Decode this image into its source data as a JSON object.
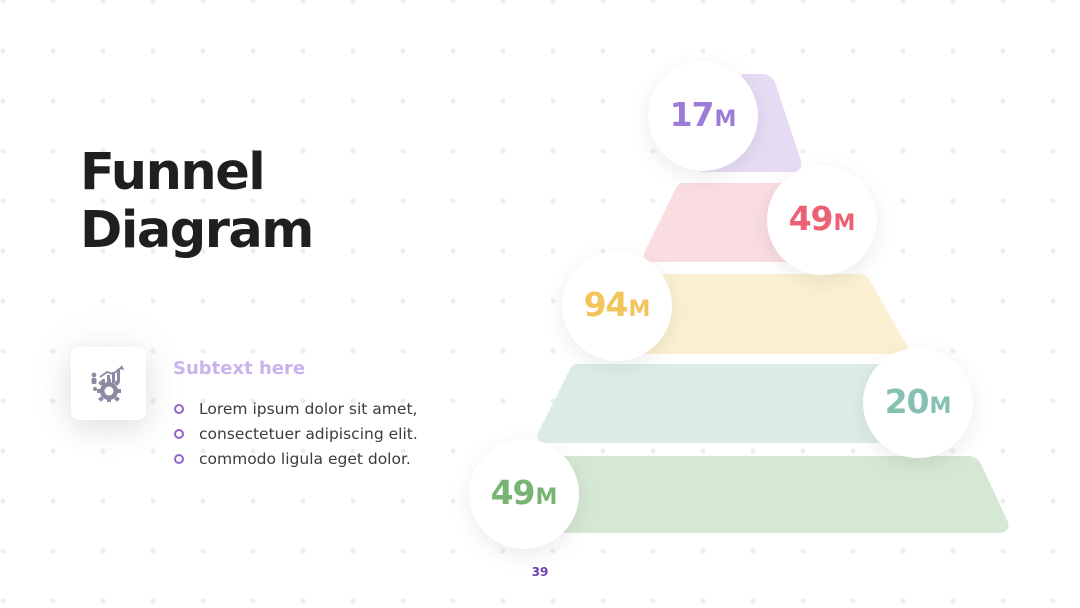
{
  "slide": {
    "title_line1": "Funnel",
    "title_line2": "Diagram",
    "subtitle": "Subtext here",
    "bullets": [
      "Lorem ipsum dolor sit amet,",
      "consectetuer adipiscing elit.",
      "commodo ligula eget dolor."
    ],
    "page_number": "39",
    "icon": "growth-chart-gear-icon"
  },
  "funnel": {
    "unit": "M",
    "levels": [
      {
        "value": "17",
        "color": "#9c7cd6",
        "fill": "#e6dcf4"
      },
      {
        "value": "49",
        "color": "#ea6274",
        "fill": "#fadde1"
      },
      {
        "value": "94",
        "color": "#f1c55a",
        "fill": "#fcf0d3"
      },
      {
        "value": "20",
        "color": "#85c0b2",
        "fill": "#dcede9"
      },
      {
        "value": "49",
        "color": "#78b372",
        "fill": "#d5e8d3"
      }
    ]
  }
}
